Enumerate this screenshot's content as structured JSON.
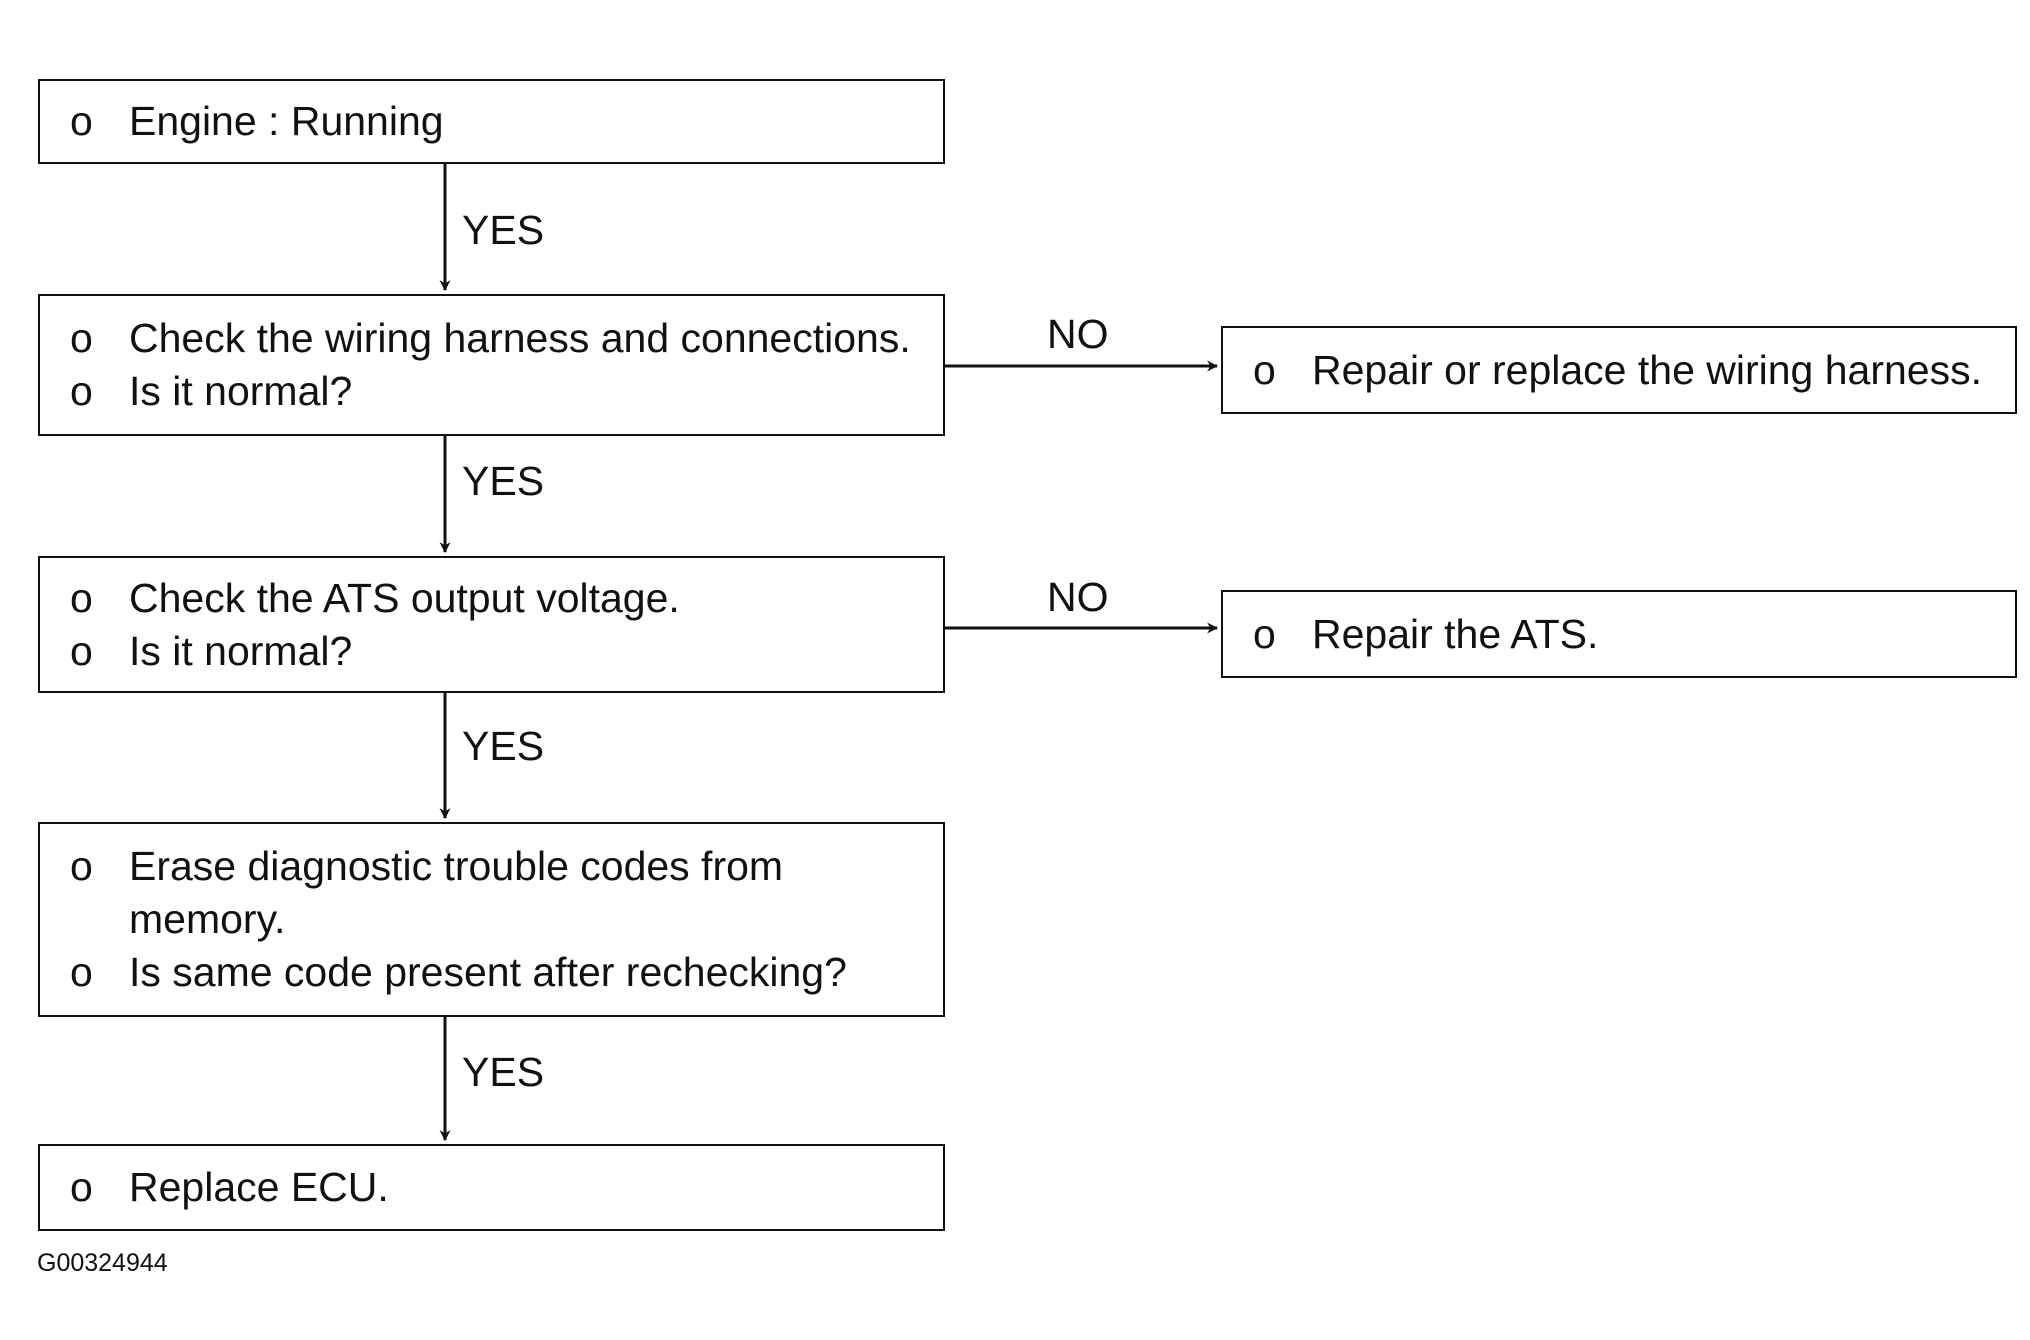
{
  "boxes": [
    {
      "items": [
        {
          "bullet": "o",
          "text": "Engine : Running"
        }
      ]
    },
    {
      "items": [
        {
          "bullet": "o",
          "text": "Check the wiring harness and connections."
        },
        {
          "bullet": "o",
          "text": "Is it normal?"
        }
      ]
    },
    {
      "items": [
        {
          "bullet": "o",
          "text": "Check the ATS output voltage."
        },
        {
          "bullet": "o",
          "text": "Is it normal?"
        }
      ]
    },
    {
      "items": [
        {
          "bullet": "o",
          "text": "Erase diagnostic trouble codes from memory."
        },
        {
          "bullet": "o",
          "text": "Is same code present after rechecking?"
        }
      ]
    },
    {
      "items": [
        {
          "bullet": "o",
          "text": "Replace ECU."
        }
      ]
    }
  ],
  "side_boxes": [
    {
      "items": [
        {
          "bullet": "o",
          "text": "Repair or replace the wiring harness."
        }
      ]
    },
    {
      "items": [
        {
          "bullet": "o",
          "text": "Repair the ATS."
        }
      ]
    }
  ],
  "labels": {
    "yes": [
      "YES",
      "YES",
      "YES",
      "YES"
    ],
    "no": [
      "NO",
      "NO"
    ]
  },
  "figure_id": "G00324944"
}
